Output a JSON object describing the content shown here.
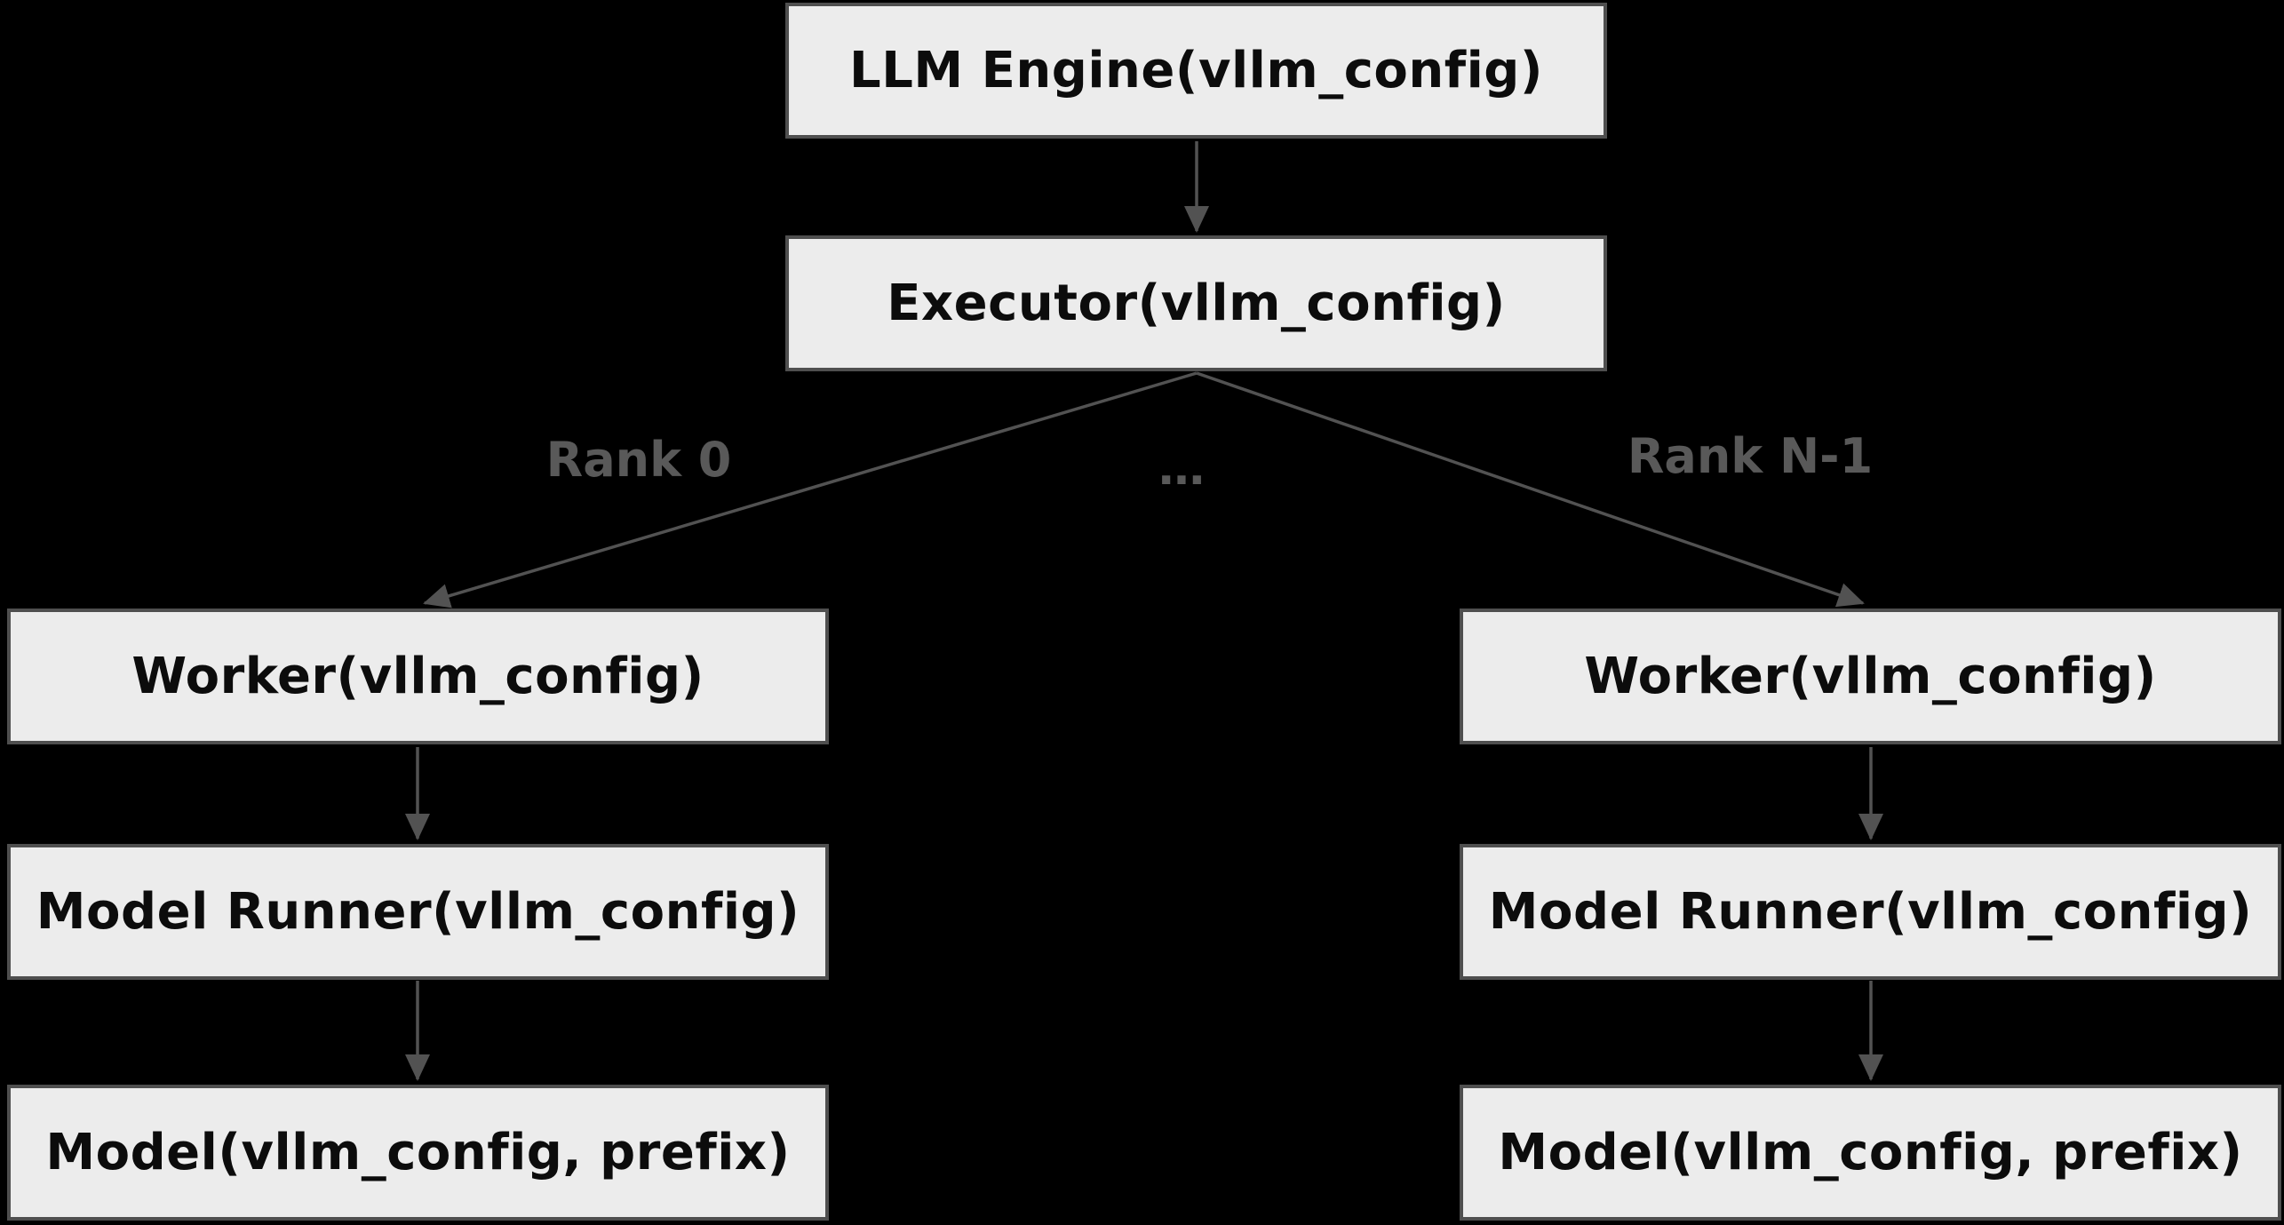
{
  "diagram": {
    "title": "vLLM engine-executor-worker flowchart",
    "colors": {
      "background": "#000000",
      "node_fill": "#ececec",
      "node_border": "#4f4f4f",
      "node_text": "#0c0c0c",
      "connector": "#525252",
      "edge_label_text": "#595959"
    },
    "nodes": {
      "llm_engine": {
        "label": "LLM Engine(vllm_config)"
      },
      "executor": {
        "label": "Executor(vllm_config)"
      },
      "worker_left": {
        "label": "Worker(vllm_config)"
      },
      "model_runner_left": {
        "label": "Model Runner(vllm_config)"
      },
      "model_left": {
        "label": "Model(vllm_config, prefix)"
      },
      "worker_right": {
        "label": "Worker(vllm_config)"
      },
      "model_runner_right": {
        "label": "Model Runner(vllm_config)"
      },
      "model_right": {
        "label": "Model(vllm_config, prefix)"
      }
    },
    "edge_labels": {
      "rank_0": "Rank 0",
      "ellipsis": "…",
      "rank_n_minus_1": "Rank N-1"
    },
    "edges": [
      {
        "from": "llm_engine",
        "to": "executor"
      },
      {
        "from": "executor",
        "to": "worker_left",
        "label": "Rank 0"
      },
      {
        "from": "executor",
        "to": "worker_right",
        "label": "Rank N-1"
      },
      {
        "from": "worker_left",
        "to": "model_runner_left"
      },
      {
        "from": "model_runner_left",
        "to": "model_left"
      },
      {
        "from": "worker_right",
        "to": "model_runner_right"
      },
      {
        "from": "model_runner_right",
        "to": "model_right"
      }
    ]
  }
}
